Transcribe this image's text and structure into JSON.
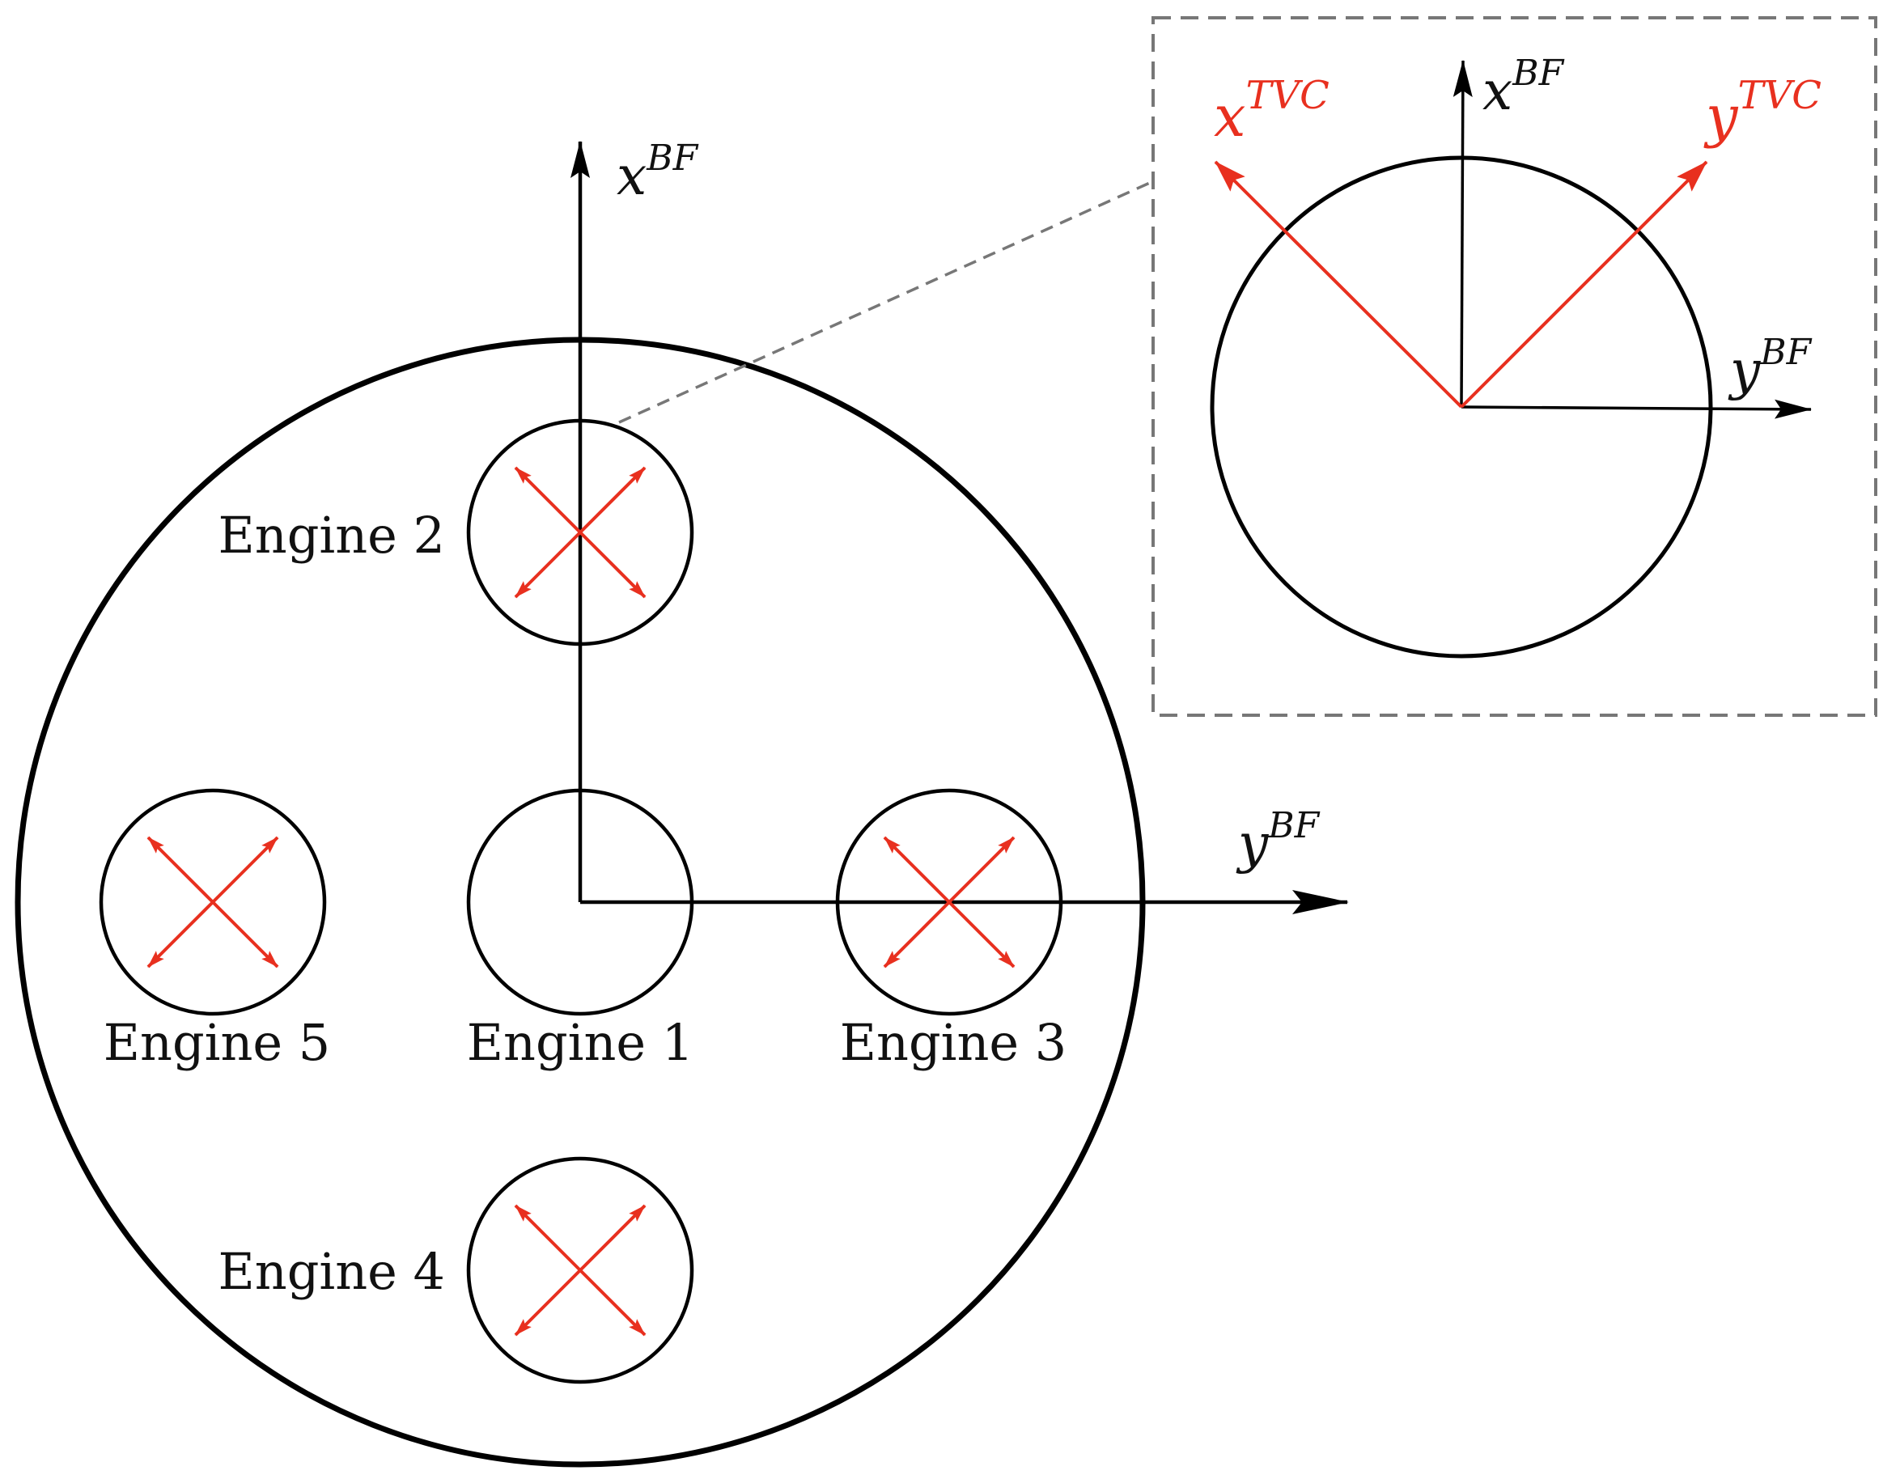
{
  "colors": {
    "black": "#000000",
    "red": "#e8301f",
    "gray": "#777777"
  },
  "engines": [
    {
      "label": "Engine 1",
      "gimbaled": false
    },
    {
      "label": "Engine 2",
      "gimbaled": true
    },
    {
      "label": "Engine 3",
      "gimbaled": true
    },
    {
      "label": "Engine 4",
      "gimbaled": true
    },
    {
      "label": "Engine 5",
      "gimbaled": true
    }
  ],
  "axes": {
    "x_bf": {
      "base": "x",
      "sup": "BF"
    },
    "y_bf": {
      "base": "y",
      "sup": "BF"
    }
  },
  "inset": {
    "x_bf": {
      "base": "x",
      "sup": "BF"
    },
    "y_bf": {
      "base": "y",
      "sup": "BF"
    },
    "x_tvc": {
      "base": "x",
      "sup": "TVC"
    },
    "y_tvc": {
      "base": "y",
      "sup": "TVC"
    }
  }
}
